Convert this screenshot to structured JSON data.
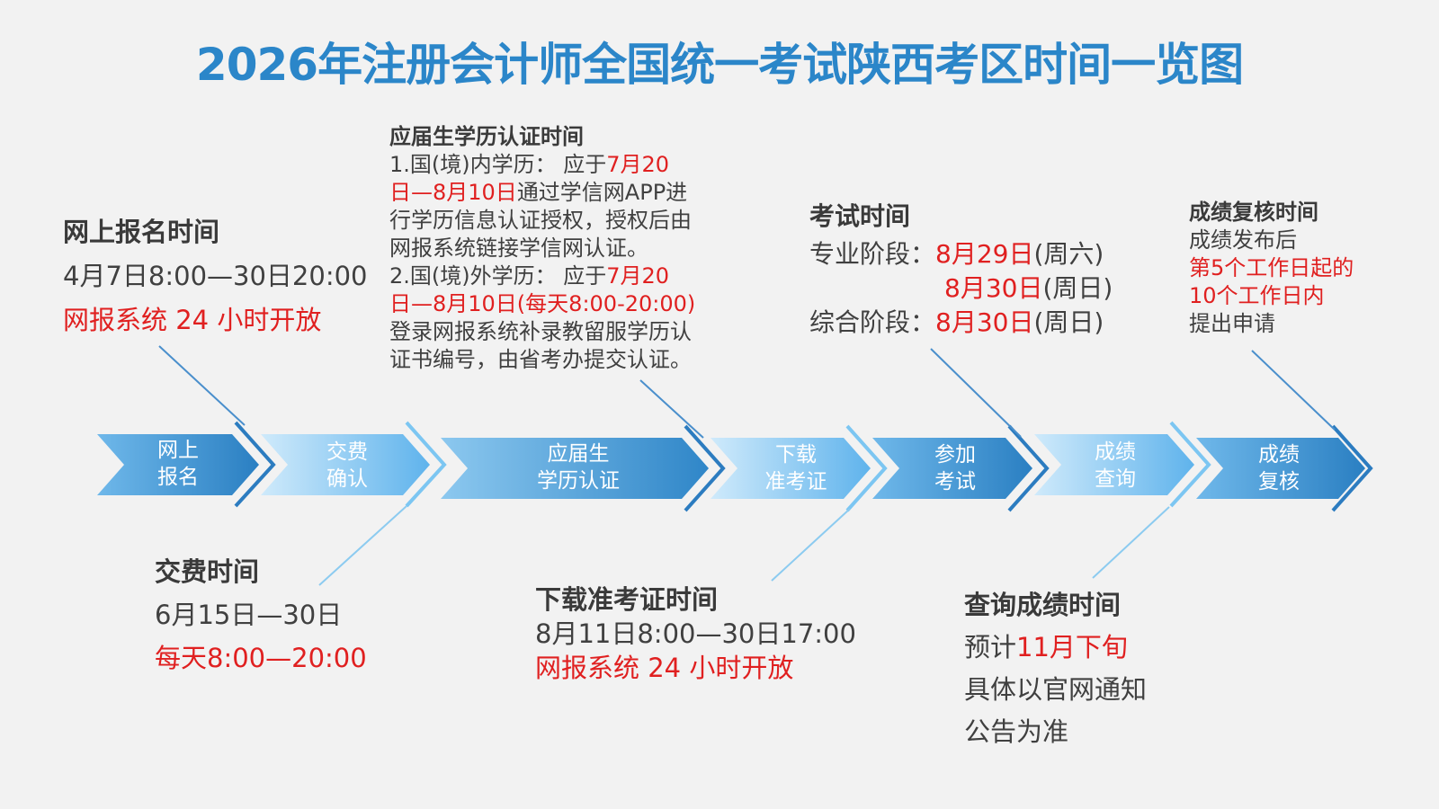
{
  "title": "2026年注册会计师全国统一考试陕西考区时间一览图",
  "colors": {
    "title": "#2b86c9",
    "highlight": "#e02020",
    "text": "#404040",
    "chevron_dark": "#2f82c4",
    "chevron_light": "#9dd3f5"
  },
  "steps": [
    {
      "id": "register",
      "lines": [
        "网上",
        "报名"
      ]
    },
    {
      "id": "pay",
      "lines": [
        "交费",
        "确认"
      ]
    },
    {
      "id": "graduate",
      "lines": [
        "应届生",
        "学历认证"
      ]
    },
    {
      "id": "download",
      "lines": [
        "下载",
        "准考证"
      ]
    },
    {
      "id": "exam",
      "lines": [
        "参加",
        "考试"
      ]
    },
    {
      "id": "query",
      "lines": [
        "成绩",
        "查询"
      ]
    },
    {
      "id": "review",
      "lines": [
        "成绩",
        "复核"
      ]
    }
  ],
  "info": {
    "register": {
      "heading": "网上报名时间",
      "line1": "4月7日8:00—30日20:00",
      "line2": "网报系统 24 小时开放"
    },
    "graduate": {
      "heading": "应届生学历认证时间",
      "p1_a": "1.国(境)内学历：  应于",
      "p1_red1": "7月20",
      "p1_red2": "日—8月10日",
      "p1_b": "通过学信网APP进",
      "p1_c": "行学历信息认证授权，授权后由",
      "p1_d": "网报系统链接学信网认证。",
      "p2_a": "2.国(境)外学历：  应于",
      "p2_red1": "7月20",
      "p2_red2": "日—8月10日(每天8:00-20:00)",
      "p2_c": "登录网报系统补录教留服学历认",
      "p2_d": "证书编号，由省考办提交认证。"
    },
    "exam": {
      "heading": "考试时间",
      "prof_label": "专业阶段：",
      "prof_date1": "8月29日",
      "prof_day1": "(周六)",
      "prof_date2": "8月30日",
      "prof_day2": "(周日)",
      "comp_label": "综合阶段：",
      "comp_date": "8月30日",
      "comp_day": "(周日)"
    },
    "review": {
      "heading": "成绩复核时间",
      "line1": "成绩发布后",
      "red1": "第5个工作日起的",
      "red2": "10个工作日内",
      "line2": "提出申请"
    },
    "pay": {
      "heading": "交费时间",
      "line1": "6月15日—30日",
      "line2": "每天8:00—20:00"
    },
    "download": {
      "heading": "下载准考证时间",
      "line1": "8月11日8:00—30日17:00",
      "line2": "网报系统 24 小时开放"
    },
    "query": {
      "heading": "查询成绩时间",
      "pre": "预计",
      "red": "11月下旬",
      "line2": "具体以官网通知",
      "line3": "公告为准"
    }
  }
}
